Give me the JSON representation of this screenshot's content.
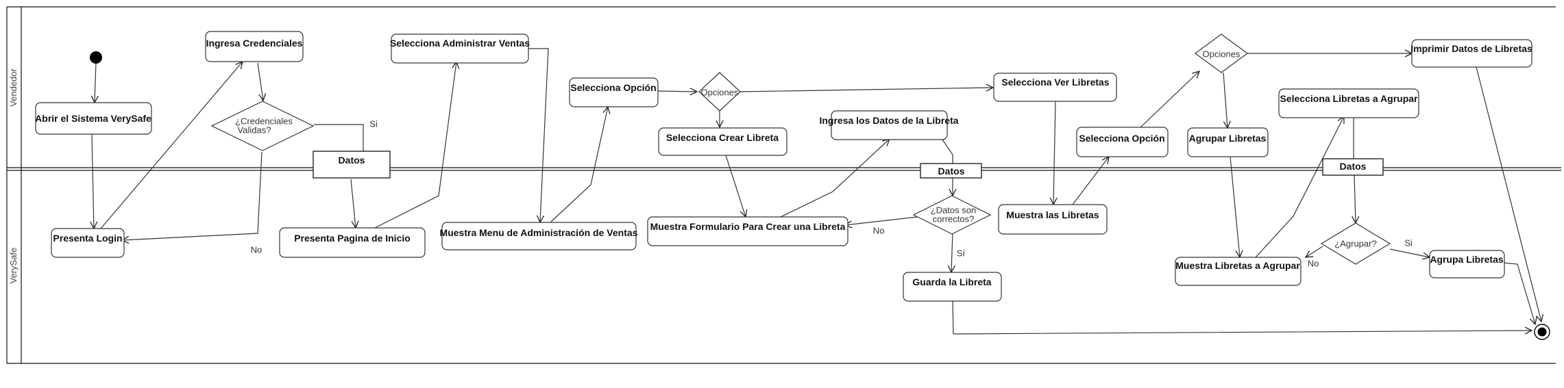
{
  "lanes": {
    "top": "Vendedor",
    "bottom": "VerySafe"
  },
  "actions": {
    "abrir": "Abrir el Sistema VerySafe",
    "ingresa_cred": "Ingresa Credenciales",
    "presenta_login": "Presenta Login",
    "presenta_pagina": "Presenta Pagina de Inicio",
    "sel_admin": "Selecciona Administrar Ventas",
    "muestra_menu": "Muestra Menu de Administración de Ventas",
    "sel_opcion1": "Selecciona Opción",
    "sel_crear": "Selecciona Crear Libreta",
    "muestra_form": "Muestra Formulario Para Crear una Libreta",
    "ingresa_datos": "Ingresa los Datos de la Libreta",
    "guarda": "Guarda la Libreta",
    "sel_ver": "Selecciona Ver Libretas",
    "muestra_libretas": "Muestra las Libretas",
    "sel_opcion2": "Selecciona Opción",
    "agrupar": "Agrupar Libretas",
    "imprimir": "Imprimir Datos de Libretas",
    "sel_agrupar": "Selecciona Libretas a Agrupar",
    "muestra_agrupar": "Muestra Libretas a Agrupar",
    "agrupa": "Agrupa Libretas"
  },
  "decisions": {
    "cred_line1": "¿Credenciales",
    "cred_line2": "Validas?",
    "opciones1": "Opciones",
    "datos_line1": "¿Datos son",
    "datos_line2": "correctos?",
    "opciones2": "Opciones",
    "agrupar_q": "¿Agrupar?"
  },
  "objects": {
    "datos1": "Datos",
    "datos2": "Datos",
    "datos3": "Datos"
  },
  "guards": {
    "si1": "Si",
    "no1": "No",
    "no2": "No",
    "si2": "Sí",
    "no3": "No",
    "si3": "Si"
  }
}
